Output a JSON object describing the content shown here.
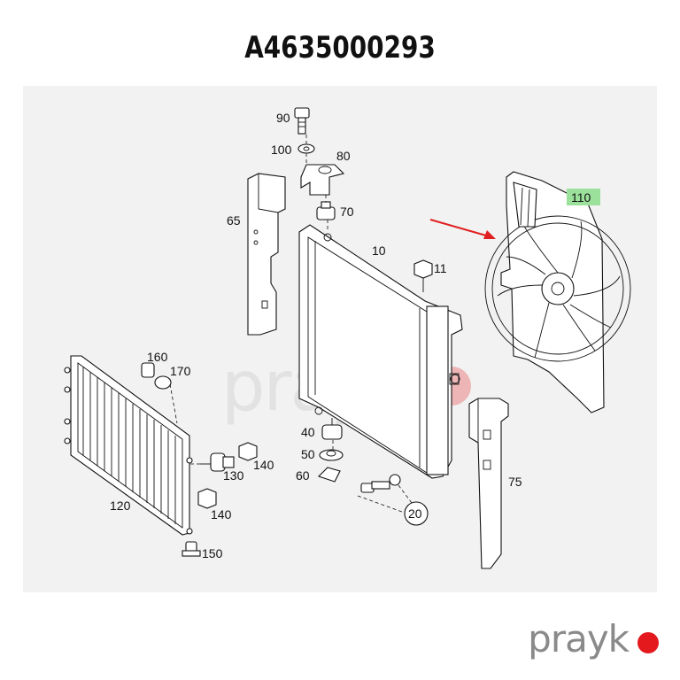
{
  "title": "A4635000293",
  "highlight_color": "#9be09b",
  "arrow_color": "#e02020",
  "brand": {
    "name": "prayk",
    "accent": "#e3191d"
  },
  "labels": {
    "p90": "90",
    "p100": "100",
    "p80": "80",
    "p65": "65",
    "p70": "70",
    "p10": "10",
    "p11": "11",
    "p110": "110",
    "p160": "160",
    "p170": "170",
    "p40": "40",
    "p50": "50",
    "p60": "60",
    "p130": "130",
    "p140a": "140",
    "p140b": "140",
    "p120": "120",
    "p20": "20",
    "p75": "75",
    "p150": "150"
  }
}
